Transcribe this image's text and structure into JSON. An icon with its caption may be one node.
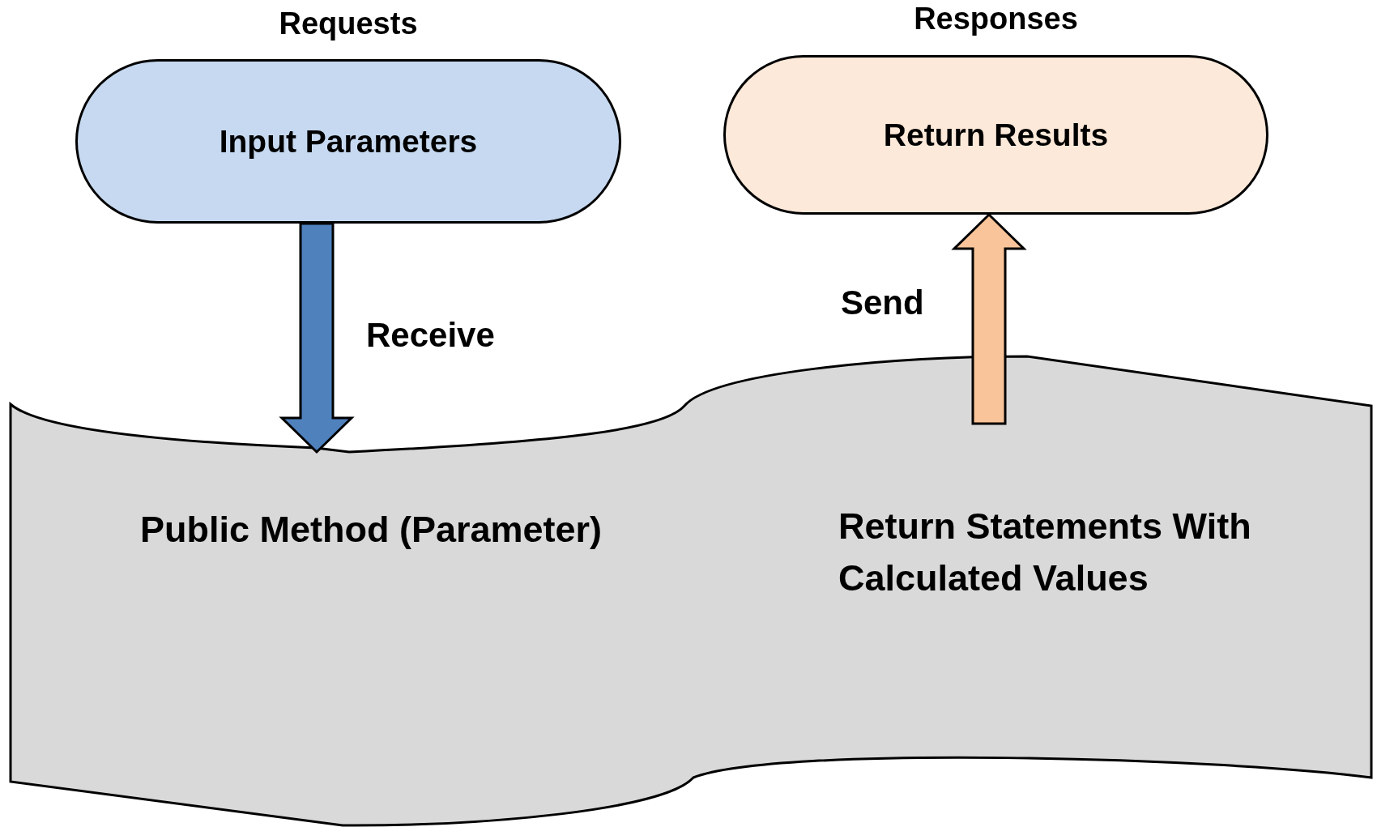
{
  "diagram": {
    "nodes": [
      {
        "text": [
          "Requests",
          "Input Parameters"
        ]
      },
      {
        "text": [
          "Responses",
          "Return Results"
        ]
      },
      {
        "text": [
          "Public Method (Parameter)",
          "Return Statements With Calculated Values"
        ]
      }
    ],
    "edges": [
      {
        "from": 0,
        "to": 2,
        "arrow": "to",
        "label": "Receive",
        "style": "thick",
        "color": "#4f81bd"
      },
      {
        "from": 2,
        "to": 1,
        "arrow": "to",
        "label": "Send",
        "style": "thick",
        "color": "#f9c499"
      }
    ]
  }
}
